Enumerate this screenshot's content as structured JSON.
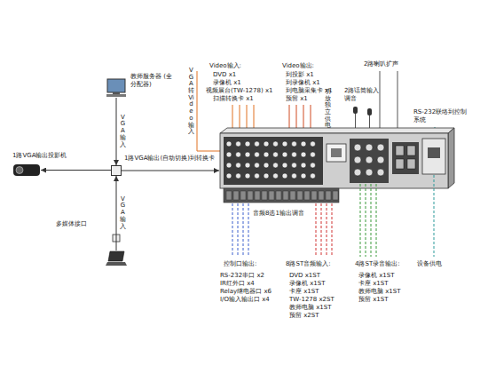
{
  "diagram": {
    "nodes": [
      {
        "text": [
          "教师服务器 (全分配器)"
        ]
      },
      {
        "text": [
          "1路VGA输出投影机"
        ]
      },
      {
        "text": [
          "1路VGA输出(自动切换)到转换卡"
        ]
      },
      {
        "text": [
          "多媒体接口"
        ]
      }
    ],
    "edges": [
      {
        "from": 0,
        "to": 2,
        "arrow": "to",
        "label": "VGA输入"
      },
      {
        "from": 2,
        "to": 1,
        "arrow": "to"
      },
      {
        "from": 3,
        "to": 2,
        "arrow": "to",
        "label": "VGA输入"
      }
    ],
    "labels": [
      "Video输入:",
      "DVD x1",
      "录像机 x1",
      "视频展台(TW-1278) x1",
      "扫描转换卡 x1",
      "Video输出:",
      "到投影 x1",
      "到录像机 x1",
      "到电脑采集卡 x1",
      "预留 x1",
      "2路喇叭扩声",
      "2路话筒输入调音",
      "功放独立供电",
      "RS-232联络到控制系统",
      "VGA转Video输入",
      "音频8选1输出调音",
      "控制口输出:",
      "RS-232串口 x2",
      "IR红外口 x4",
      "Relay继电器口 x6",
      "I/O输入输出口 x4",
      "8路ST音频输入:",
      "DVD x1ST",
      "录像机 x1ST",
      "卡座 x1ST",
      "TW-1278 x2ST",
      "教师电脑 x1ST",
      "预留 x2ST",
      "4路ST录音输出:",
      "录像机 x1ST",
      "卡座 x1ST",
      "教师电脑 x1ST",
      "预留 x1ST",
      "设备供电"
    ]
  }
}
